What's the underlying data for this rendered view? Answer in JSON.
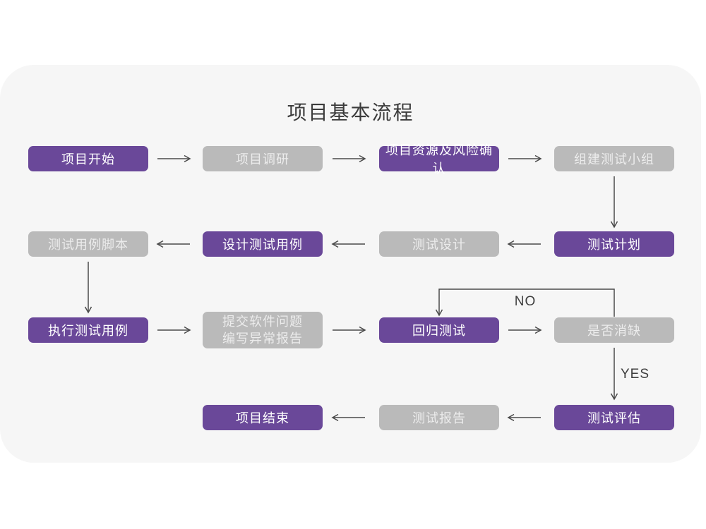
{
  "page": {
    "title": "项目基本流程"
  },
  "labels": {
    "no": "NO",
    "yes": "YES"
  },
  "colors": {
    "page_bg": "#ffffff",
    "card_bg": "#f6f6f6",
    "node_purple": "#6a4899",
    "node_gray": "#bababa",
    "text_on_purple": "#ffffff",
    "text_on_gray": "#ececec",
    "arrow": "#4a4a4a",
    "title_text": "#3b3b3b"
  },
  "nodes": [
    {
      "id": "project-start",
      "label": "项目开始",
      "style": "purple"
    },
    {
      "id": "project-research",
      "label": "项目调研",
      "style": "gray"
    },
    {
      "id": "resources-risk",
      "label": "项目资源及风险确认",
      "style": "purple"
    },
    {
      "id": "build-test-team",
      "label": "组建测试小组",
      "style": "gray"
    },
    {
      "id": "test-plan",
      "label": "测试计划",
      "style": "purple"
    },
    {
      "id": "test-design",
      "label": "测试设计",
      "style": "gray"
    },
    {
      "id": "design-test-cases",
      "label": "设计测试用例",
      "style": "purple"
    },
    {
      "id": "test-case-scripts",
      "label": "测试用例脚本",
      "style": "gray"
    },
    {
      "id": "execute-test-cases",
      "label": "执行测试用例",
      "style": "purple"
    },
    {
      "id": "submit-issues-report",
      "label_line1": "提交软件问题",
      "label_line2": "编写异常报告",
      "style": "gray"
    },
    {
      "id": "regression-test",
      "label": "回归测试",
      "style": "purple"
    },
    {
      "id": "defect-cleared-decision",
      "label": "是否消缺",
      "style": "gray"
    },
    {
      "id": "test-evaluation",
      "label": "测试评估",
      "style": "purple"
    },
    {
      "id": "test-report",
      "label": "测试报告",
      "style": "gray"
    },
    {
      "id": "project-end",
      "label": "项目结束",
      "style": "purple"
    }
  ],
  "edges": [
    {
      "from": "项目开始",
      "to": "项目调研"
    },
    {
      "from": "项目调研",
      "to": "项目资源及风险确认"
    },
    {
      "from": "项目资源及风险确认",
      "to": "组建测试小组"
    },
    {
      "from": "组建测试小组",
      "to": "测试计划"
    },
    {
      "from": "测试计划",
      "to": "测试设计"
    },
    {
      "from": "测试设计",
      "to": "设计测试用例"
    },
    {
      "from": "设计测试用例",
      "to": "测试用例脚本"
    },
    {
      "from": "测试用例脚本",
      "to": "执行测试用例"
    },
    {
      "from": "执行测试用例",
      "to": "提交软件问题编写异常报告"
    },
    {
      "from": "提交软件问题编写异常报告",
      "to": "回归测试"
    },
    {
      "from": "回归测试",
      "to": "是否消缺"
    },
    {
      "from": "是否消缺",
      "to": "回归测试",
      "label": "NO"
    },
    {
      "from": "是否消缺",
      "to": "测试评估",
      "label": "YES"
    },
    {
      "from": "测试评估",
      "to": "测试报告"
    },
    {
      "from": "测试报告",
      "to": "项目结束"
    }
  ]
}
